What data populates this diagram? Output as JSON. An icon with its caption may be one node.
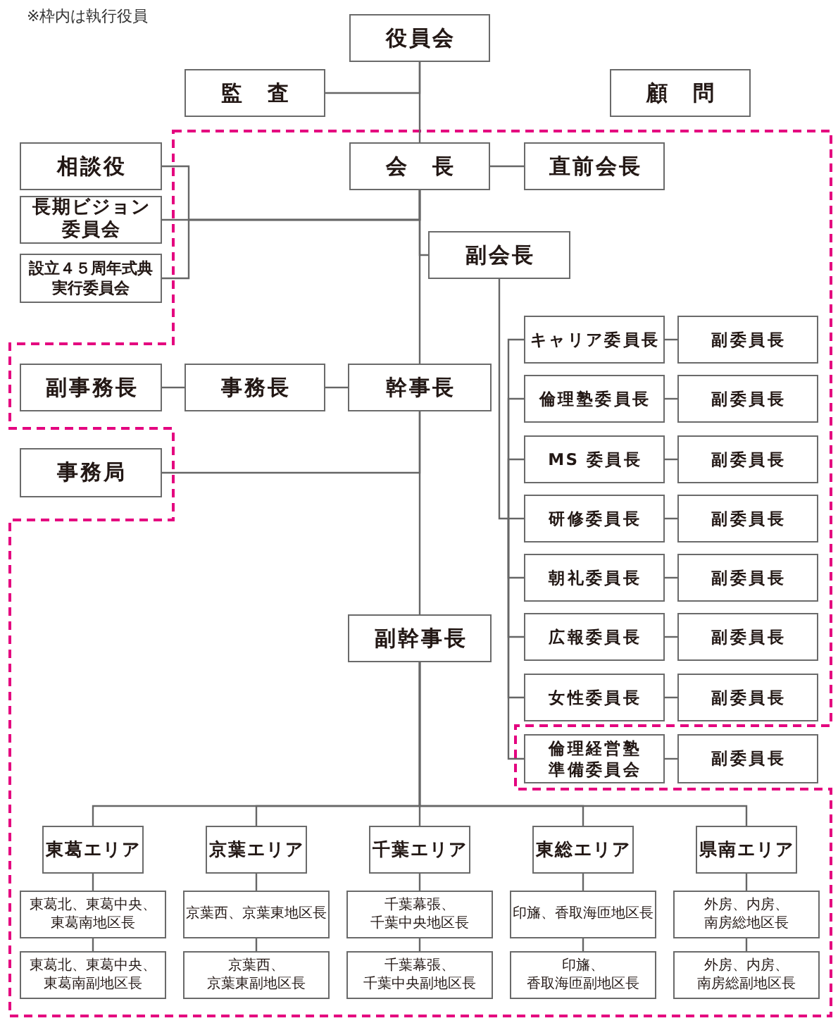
{
  "diagram": {
    "nodes": [
      {
        "text": [
          "役員会"
        ]
      },
      {
        "text": [
          "監　査"
        ]
      },
      {
        "text": [
          "顧　問"
        ]
      },
      {
        "text": [
          "相談役"
        ]
      },
      {
        "text": [
          "会　長"
        ]
      },
      {
        "text": [
          "直前会長"
        ]
      },
      {
        "text": [
          "長期ビジョン委員会"
        ]
      },
      {
        "text": [
          "副会長"
        ]
      },
      {
        "text": [
          "設立４５周年式典実行委員会"
        ]
      },
      {
        "text": [
          "キャリア委員長"
        ]
      },
      {
        "text": [
          "副委員長"
        ]
      },
      {
        "text": [
          "副事務長"
        ]
      },
      {
        "text": [
          "事務長"
        ]
      },
      {
        "text": [
          "幹事長"
        ]
      },
      {
        "text": [
          "倫理塾委員長"
        ]
      },
      {
        "text": [
          "副委員長"
        ]
      },
      {
        "text": [
          "事務局"
        ]
      },
      {
        "text": [
          "MS 委員長"
        ]
      },
      {
        "text": [
          "副委員長"
        ]
      },
      {
        "text": [
          "研修委員長"
        ]
      },
      {
        "text": [
          "副委員長"
        ]
      },
      {
        "text": [
          "朝礼委員長"
        ]
      },
      {
        "text": [
          "副委員長"
        ]
      },
      {
        "text": [
          "副幹事長"
        ]
      },
      {
        "text": [
          "広報委員長"
        ]
      },
      {
        "text": [
          "副委員長"
        ]
      },
      {
        "text": [
          "女性委員長"
        ]
      },
      {
        "text": [
          "副委員長"
        ]
      },
      {
        "text": [
          "倫理経営塾準備委員会"
        ]
      },
      {
        "text": [
          "副委員長"
        ]
      },
      {
        "text": [
          "東葛エリア"
        ]
      },
      {
        "text": [
          "京葉エリア"
        ]
      },
      {
        "text": [
          "千葉エリア"
        ]
      },
      {
        "text": [
          "東総エリア"
        ]
      },
      {
        "text": [
          "県南エリア"
        ]
      },
      {
        "text": [
          "東葛北、東葛中央、東葛南地区長"
        ]
      },
      {
        "text": [
          "京葉西、京葉東地区長"
        ]
      },
      {
        "text": [
          "千葉幕張、千葉中央地区長"
        ]
      },
      {
        "text": [
          "印旛、香取海匝地区長"
        ]
      },
      {
        "text": [
          "外房、内房、南房総地区長"
        ]
      },
      {
        "text": [
          "東葛北、東葛中央、東葛南副地区長"
        ]
      },
      {
        "text": [
          "京葉西、京葉東副地区長"
        ]
      },
      {
        "text": [
          "千葉幕張、千葉中央副地区長"
        ]
      },
      {
        "text": [
          "印旛、香取海匝副地区長"
        ]
      },
      {
        "text": [
          "外房、内房、南房総副地区長"
        ]
      }
    ],
    "edges": [
      {
        "from": 0,
        "to": 4,
        "arrow": "none"
      },
      {
        "from": 0,
        "to": 1,
        "arrow": "none"
      },
      {
        "from": 4,
        "to": 5,
        "arrow": "none"
      },
      {
        "from": 4,
        "to": 3,
        "arrow": "none"
      },
      {
        "from": 4,
        "to": 6,
        "arrow": "none"
      },
      {
        "from": 4,
        "to": 8,
        "arrow": "none"
      },
      {
        "from": 4,
        "to": 7,
        "arrow": "none"
      },
      {
        "from": 4,
        "to": 13,
        "arrow": "none"
      },
      {
        "from": 7,
        "to": 9,
        "arrow": "none"
      },
      {
        "from": 7,
        "to": 14,
        "arrow": "none"
      },
      {
        "from": 7,
        "to": 17,
        "arrow": "none"
      },
      {
        "from": 7,
        "to": 19,
        "arrow": "none"
      },
      {
        "from": 7,
        "to": 21,
        "arrow": "none"
      },
      {
        "from": 7,
        "to": 24,
        "arrow": "none"
      },
      {
        "from": 7,
        "to": 26,
        "arrow": "none"
      },
      {
        "from": 7,
        "to": 28,
        "arrow": "none"
      },
      {
        "from": 9,
        "to": 10,
        "arrow": "none"
      },
      {
        "from": 14,
        "to": 15,
        "arrow": "none"
      },
      {
        "from": 17,
        "to": 18,
        "arrow": "none"
      },
      {
        "from": 19,
        "to": 20,
        "arrow": "none"
      },
      {
        "from": 21,
        "to": 22,
        "arrow": "none"
      },
      {
        "from": 24,
        "to": 25,
        "arrow": "none"
      },
      {
        "from": 26,
        "to": 27,
        "arrow": "none"
      },
      {
        "from": 28,
        "to": 29,
        "arrow": "none"
      },
      {
        "from": 13,
        "to": 12,
        "arrow": "none"
      },
      {
        "from": 12,
        "to": 11,
        "arrow": "none"
      },
      {
        "from": 13,
        "to": 16,
        "arrow": "none"
      },
      {
        "from": 13,
        "to": 23,
        "arrow": "none"
      },
      {
        "from": 23,
        "to": 30,
        "arrow": "none"
      },
      {
        "from": 23,
        "to": 31,
        "arrow": "none"
      },
      {
        "from": 23,
        "to": 32,
        "arrow": "none"
      },
      {
        "from": 23,
        "to": 33,
        "arrow": "none"
      },
      {
        "from": 23,
        "to": 34,
        "arrow": "none"
      },
      {
        "from": 30,
        "to": 35,
        "arrow": "none"
      },
      {
        "from": 31,
        "to": 36,
        "arrow": "none"
      },
      {
        "from": 32,
        "to": 37,
        "arrow": "none"
      },
      {
        "from": 33,
        "to": 38,
        "arrow": "none"
      },
      {
        "from": 34,
        "to": 39,
        "arrow": "none"
      },
      {
        "from": 35,
        "to": 40,
        "arrow": "none"
      },
      {
        "from": 36,
        "to": 41,
        "arrow": "none"
      },
      {
        "from": 37,
        "to": 42,
        "arrow": "none"
      },
      {
        "from": 38,
        "to": 43,
        "arrow": "none"
      },
      {
        "from": 39,
        "to": 44,
        "arrow": "none"
      }
    ],
    "labels": [
      "※枠内は執行役員"
    ]
  }
}
